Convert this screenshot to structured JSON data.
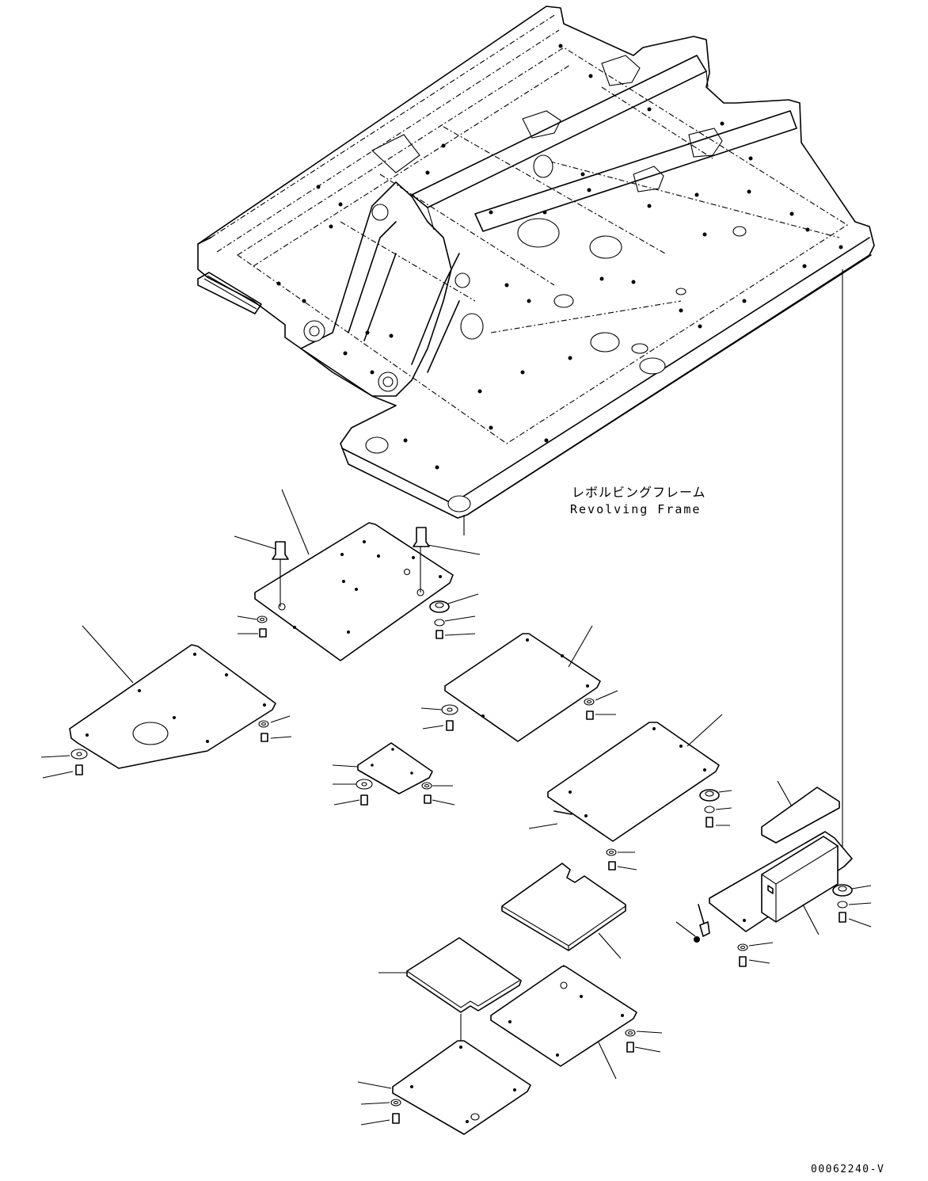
{
  "label": {
    "jp": "レボルビングフレーム",
    "en": "Revolving Frame"
  },
  "drawing_number": "00062240-V"
}
